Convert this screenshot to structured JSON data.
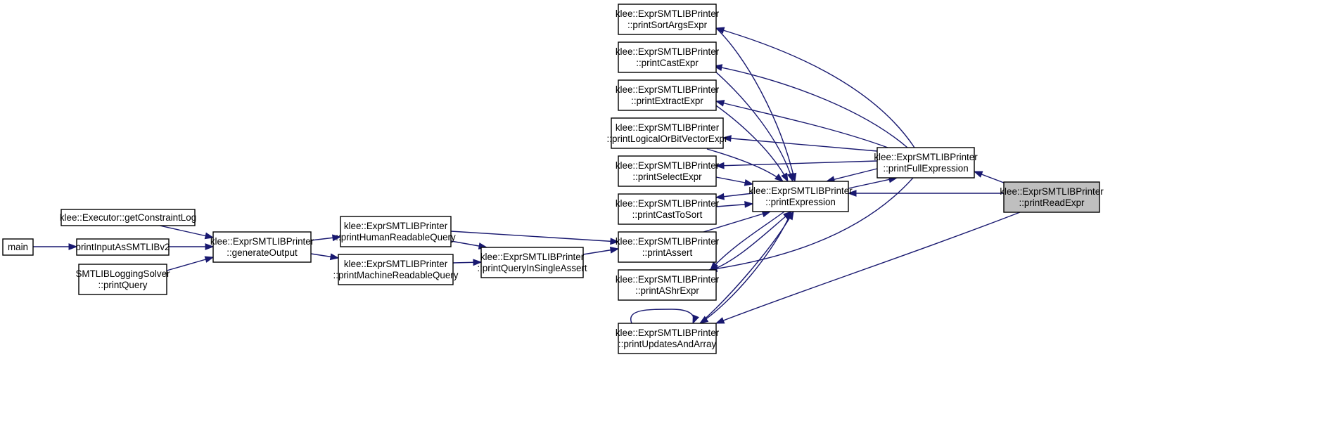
{
  "graph": {
    "title": "",
    "nodes": [
      {
        "id": "main",
        "lines": [
          "main"
        ],
        "highlighted": false
      },
      {
        "id": "getConstraintLog",
        "lines": [
          "klee::Executor::getConstraintLog"
        ],
        "highlighted": false
      },
      {
        "id": "printInputAsSMTLIBv2",
        "lines": [
          "printInputAsSMTLIBv2"
        ],
        "highlighted": false
      },
      {
        "id": "loggingPrintQuery",
        "lines": [
          "SMTLIBLoggingSolver",
          "::printQuery"
        ],
        "highlighted": false
      },
      {
        "id": "generateOutput",
        "lines": [
          "klee::ExprSMTLIBPrinter",
          "::generateOutput"
        ],
        "highlighted": false
      },
      {
        "id": "printHumanReadableQuery",
        "lines": [
          "klee::ExprSMTLIBPrinter",
          "::printHumanReadableQuery"
        ],
        "highlighted": false
      },
      {
        "id": "printMachineReadableQuery",
        "lines": [
          "klee::ExprSMTLIBPrinter",
          "::printMachineReadableQuery"
        ],
        "highlighted": false
      },
      {
        "id": "printQueryInSingleAssert",
        "lines": [
          "klee::ExprSMTLIBPrinter",
          "::printQueryInSingleAssert"
        ],
        "highlighted": false
      },
      {
        "id": "printSortArgsExpr",
        "lines": [
          "klee::ExprSMTLIBPrinter",
          "::printSortArgsExpr"
        ],
        "highlighted": false
      },
      {
        "id": "printCastExpr",
        "lines": [
          "klee::ExprSMTLIBPrinter",
          "::printCastExpr"
        ],
        "highlighted": false
      },
      {
        "id": "printExtractExpr",
        "lines": [
          "klee::ExprSMTLIBPrinter",
          "::printExtractExpr"
        ],
        "highlighted": false
      },
      {
        "id": "printLogicalOrBitVectorExpr",
        "lines": [
          "klee::ExprSMTLIBPrinter",
          "::printLogicalOrBitVectorExpr"
        ],
        "highlighted": false
      },
      {
        "id": "printSelectExpr",
        "lines": [
          "klee::ExprSMTLIBPrinter",
          "::printSelectExpr"
        ],
        "highlighted": false
      },
      {
        "id": "printCastToSort",
        "lines": [
          "klee::ExprSMTLIBPrinter",
          "::printCastToSort"
        ],
        "highlighted": false
      },
      {
        "id": "printAssert",
        "lines": [
          "klee::ExprSMTLIBPrinter",
          "::printAssert"
        ],
        "highlighted": false
      },
      {
        "id": "printAShrExpr",
        "lines": [
          "klee::ExprSMTLIBPrinter",
          "::printAShrExpr"
        ],
        "highlighted": false
      },
      {
        "id": "printUpdatesAndArray",
        "lines": [
          "klee::ExprSMTLIBPrinter",
          "::printUpdatesAndArray"
        ],
        "highlighted": false
      },
      {
        "id": "printExpression",
        "lines": [
          "klee::ExprSMTLIBPrinter",
          "::printExpression"
        ],
        "highlighted": false
      },
      {
        "id": "printFullExpression",
        "lines": [
          "klee::ExprSMTLIBPrinter",
          "::printFullExpression"
        ],
        "highlighted": false
      },
      {
        "id": "printReadExpr",
        "lines": [
          "klee::ExprSMTLIBPrinter",
          "::printReadExpr"
        ],
        "highlighted": true
      }
    ],
    "edges": [
      {
        "from": "main",
        "to": "printInputAsSMTLIBv2"
      },
      {
        "from": "getConstraintLog",
        "to": "generateOutput"
      },
      {
        "from": "printInputAsSMTLIBv2",
        "to": "generateOutput"
      },
      {
        "from": "loggingPrintQuery",
        "to": "generateOutput"
      },
      {
        "from": "generateOutput",
        "to": "printHumanReadableQuery"
      },
      {
        "from": "generateOutput",
        "to": "printMachineReadableQuery"
      },
      {
        "from": "printHumanReadableQuery",
        "to": "printAssert"
      },
      {
        "from": "printHumanReadableQuery",
        "to": "printQueryInSingleAssert"
      },
      {
        "from": "printMachineReadableQuery",
        "to": "printQueryInSingleAssert"
      },
      {
        "from": "printQueryInSingleAssert",
        "to": "printAssert"
      },
      {
        "from": "printAssert",
        "to": "printExpression"
      },
      {
        "from": "printSortArgsExpr",
        "to": "printExpression"
      },
      {
        "from": "printCastExpr",
        "to": "printExpression"
      },
      {
        "from": "printExtractExpr",
        "to": "printExpression"
      },
      {
        "from": "printLogicalOrBitVectorExpr",
        "to": "printExpression"
      },
      {
        "from": "printSelectExpr",
        "to": "printExpression"
      },
      {
        "from": "printCastToSort",
        "to": "printExpression"
      },
      {
        "from": "printAShrExpr",
        "to": "printExpression"
      },
      {
        "from": "printUpdatesAndArray",
        "to": "printExpression"
      },
      {
        "from": "printExpression",
        "to": "printCastToSort"
      },
      {
        "from": "printExpression",
        "to": "printAShrExpr"
      },
      {
        "from": "printExpression",
        "to": "printUpdatesAndArray"
      },
      {
        "from": "printExpression",
        "to": "printFullExpression"
      },
      {
        "from": "printFullExpression",
        "to": "printExpression"
      },
      {
        "from": "printFullExpression",
        "to": "printSortArgsExpr"
      },
      {
        "from": "printFullExpression",
        "to": "printCastExpr"
      },
      {
        "from": "printFullExpression",
        "to": "printExtractExpr"
      },
      {
        "from": "printFullExpression",
        "to": "printLogicalOrBitVectorExpr"
      },
      {
        "from": "printFullExpression",
        "to": "printSelectExpr"
      },
      {
        "from": "printFullExpression",
        "to": "printAShrExpr"
      },
      {
        "from": "printReadExpr",
        "to": "printFullExpression"
      },
      {
        "from": "printReadExpr",
        "to": "printExpression"
      },
      {
        "from": "printReadExpr",
        "to": "printUpdatesAndArray"
      },
      {
        "from": "printUpdatesAndArray",
        "to": "printUpdatesAndArray"
      }
    ],
    "colors": {
      "edge": "#191970",
      "node_border": "#000000",
      "node_fill": "#ffffff",
      "highlight_fill": "#bfbfbf"
    }
  }
}
